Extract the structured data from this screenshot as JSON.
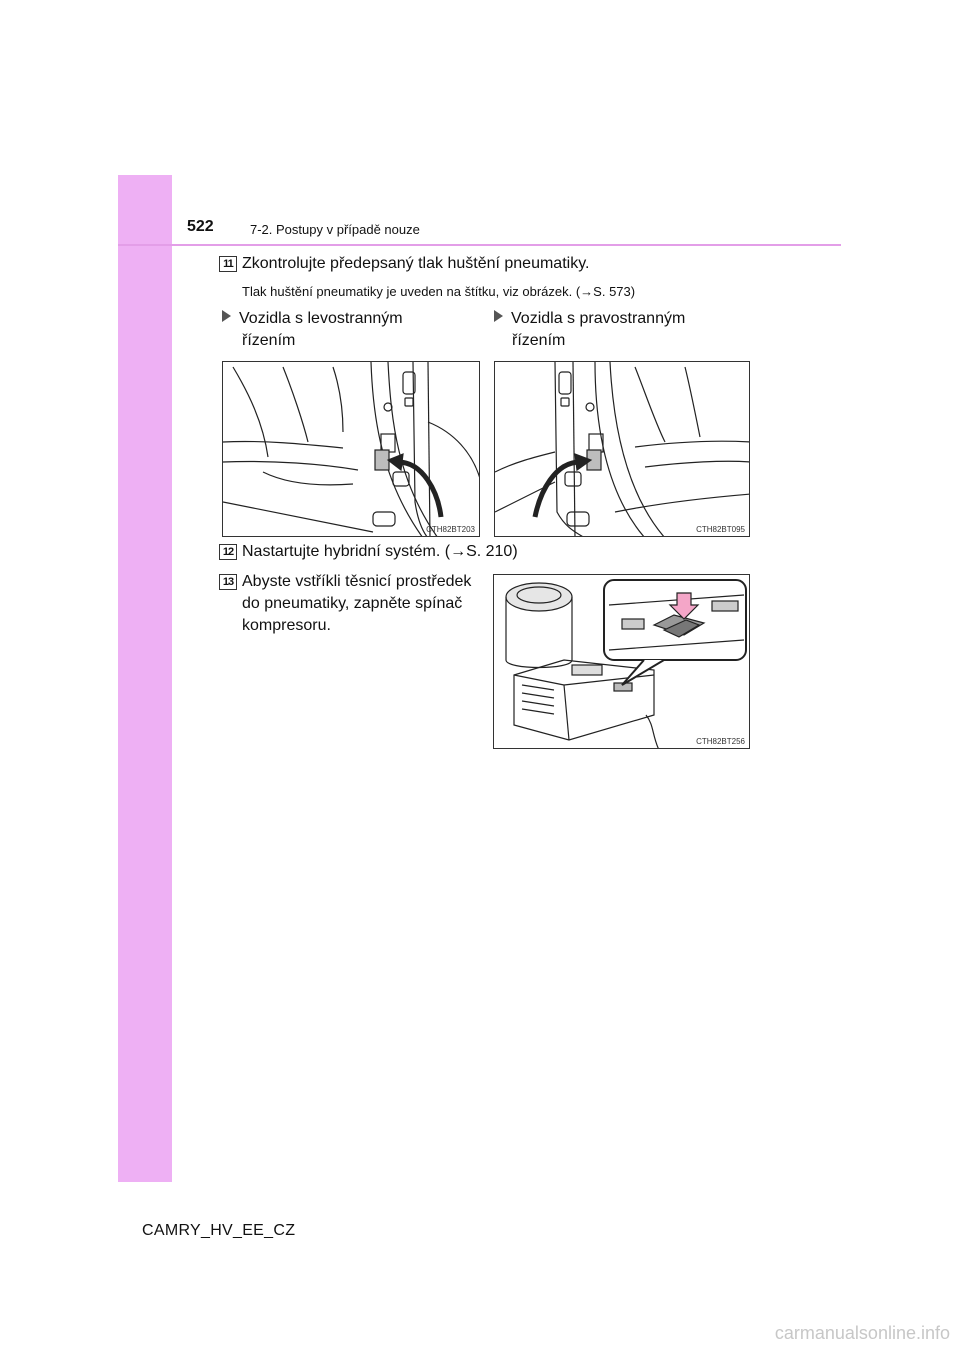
{
  "header": {
    "page_number": "522",
    "section_title": "7-2. Postupy v případě nouze"
  },
  "steps": {
    "s11": {
      "number": "11",
      "title": "Zkontrolujte předepsaný tlak huštění pneumatiky.",
      "note": "Tlak huštění pneumatiky je uveden na štítku, viz obrázek. (→S. 573)",
      "left_drive_line1": "Vozidla s levostranným",
      "left_drive_line2": "řízením",
      "right_drive_line1": "Vozidla s pravostranným",
      "right_drive_line2": "řízením",
      "fig_left_code": "CTH82BT203",
      "fig_right_code": "CTH82BT095"
    },
    "s12": {
      "number": "12",
      "text": "Nastartujte hybridní systém. (→S. 210)"
    },
    "s13": {
      "number": "13",
      "line1": "Abyste vstříkli těsnicí prostředek",
      "line2": "do pneumatiky, zapněte spínač",
      "line3": "kompresoru.",
      "fig_code": "CTH82BT256"
    }
  },
  "footer": {
    "doc_code": "CAMRY_HV_EE_CZ",
    "watermark": "carmanualsonline.info"
  }
}
